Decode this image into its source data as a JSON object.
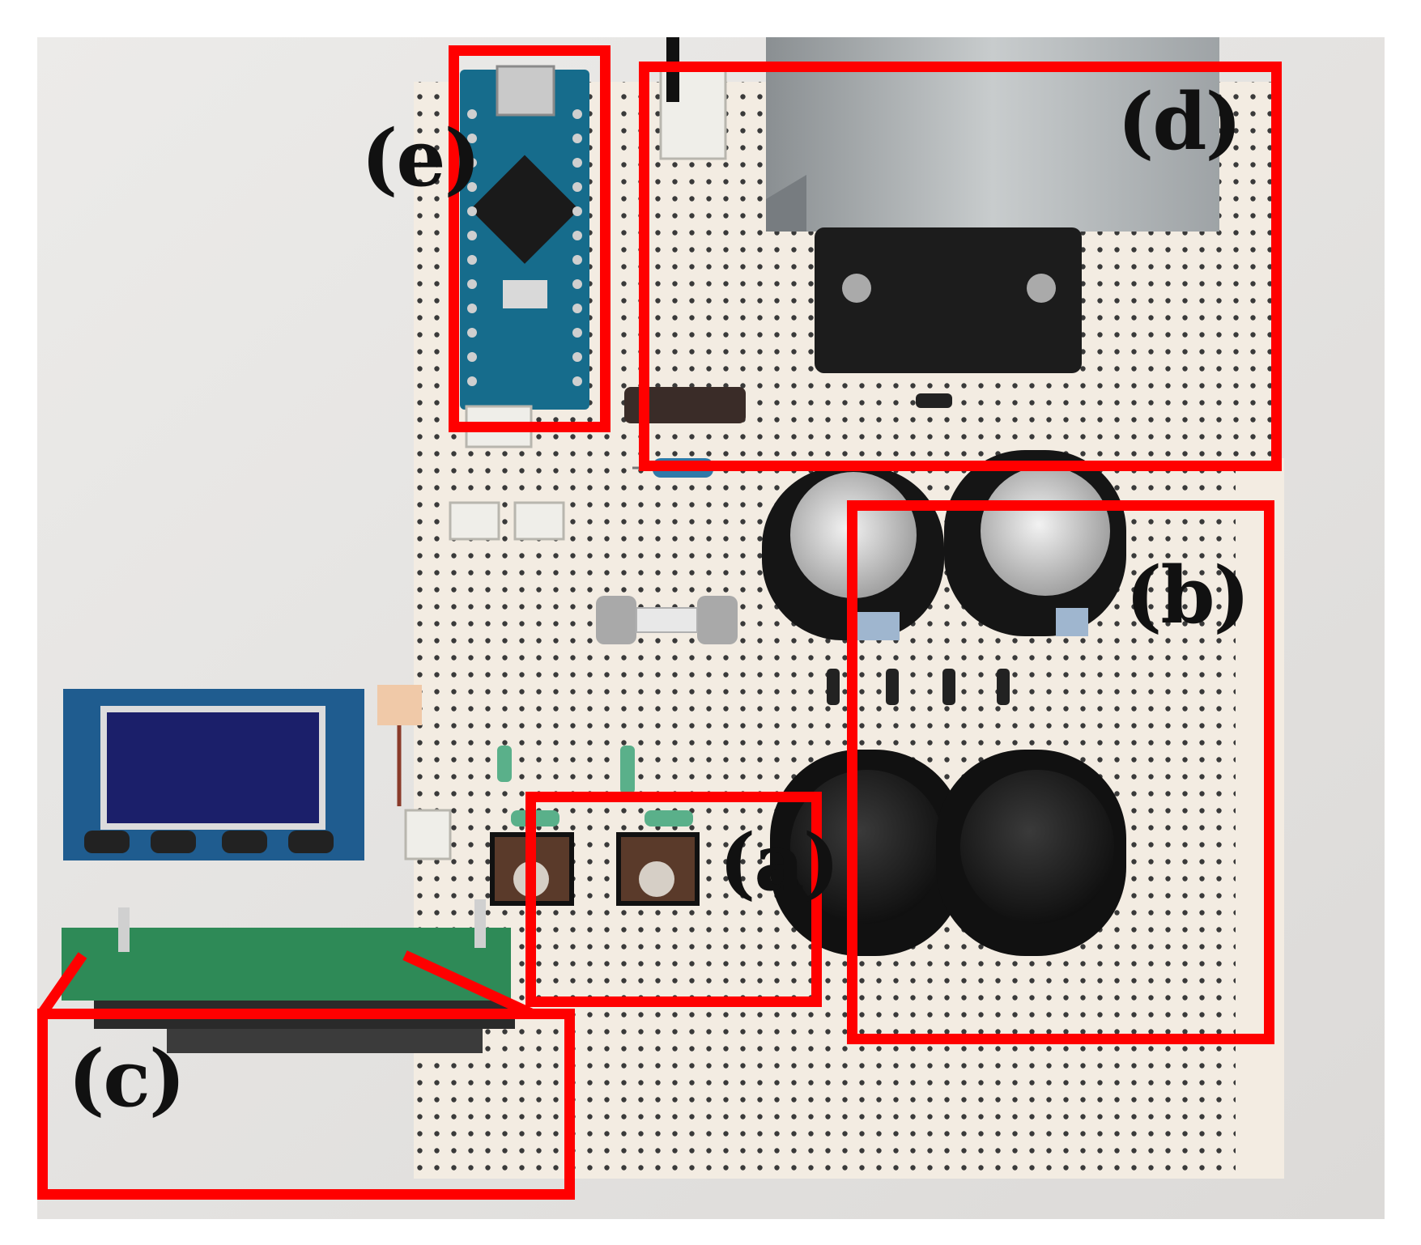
{
  "figure": {
    "labels": {
      "a": "(a)",
      "b": "(b)",
      "c": "(c)",
      "d": "(d)",
      "e": "(e)"
    },
    "highlight_color": "#ff0000",
    "label_color": "#111111"
  }
}
